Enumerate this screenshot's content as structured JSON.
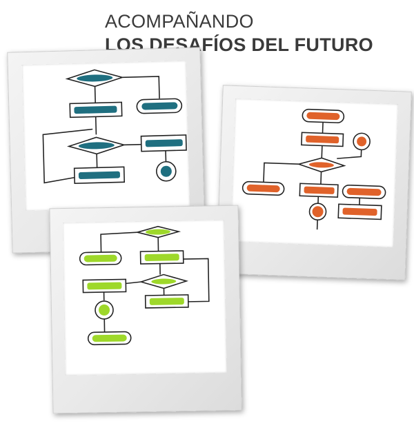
{
  "headline": {
    "line1": "ACOMPAÑANDO",
    "line2": "LOS DESAFÍOS DEL FUTURO"
  },
  "colors": {
    "text": "#3a3a3a",
    "flow_teal": "#1f6f80",
    "flow_orange": "#e0622a",
    "flow_green": "#9ed82a",
    "ink": "#222222"
  },
  "polaroids": [
    {
      "flowchart_color": "teal"
    },
    {
      "flowchart_color": "orange"
    },
    {
      "flowchart_color": "green"
    }
  ]
}
